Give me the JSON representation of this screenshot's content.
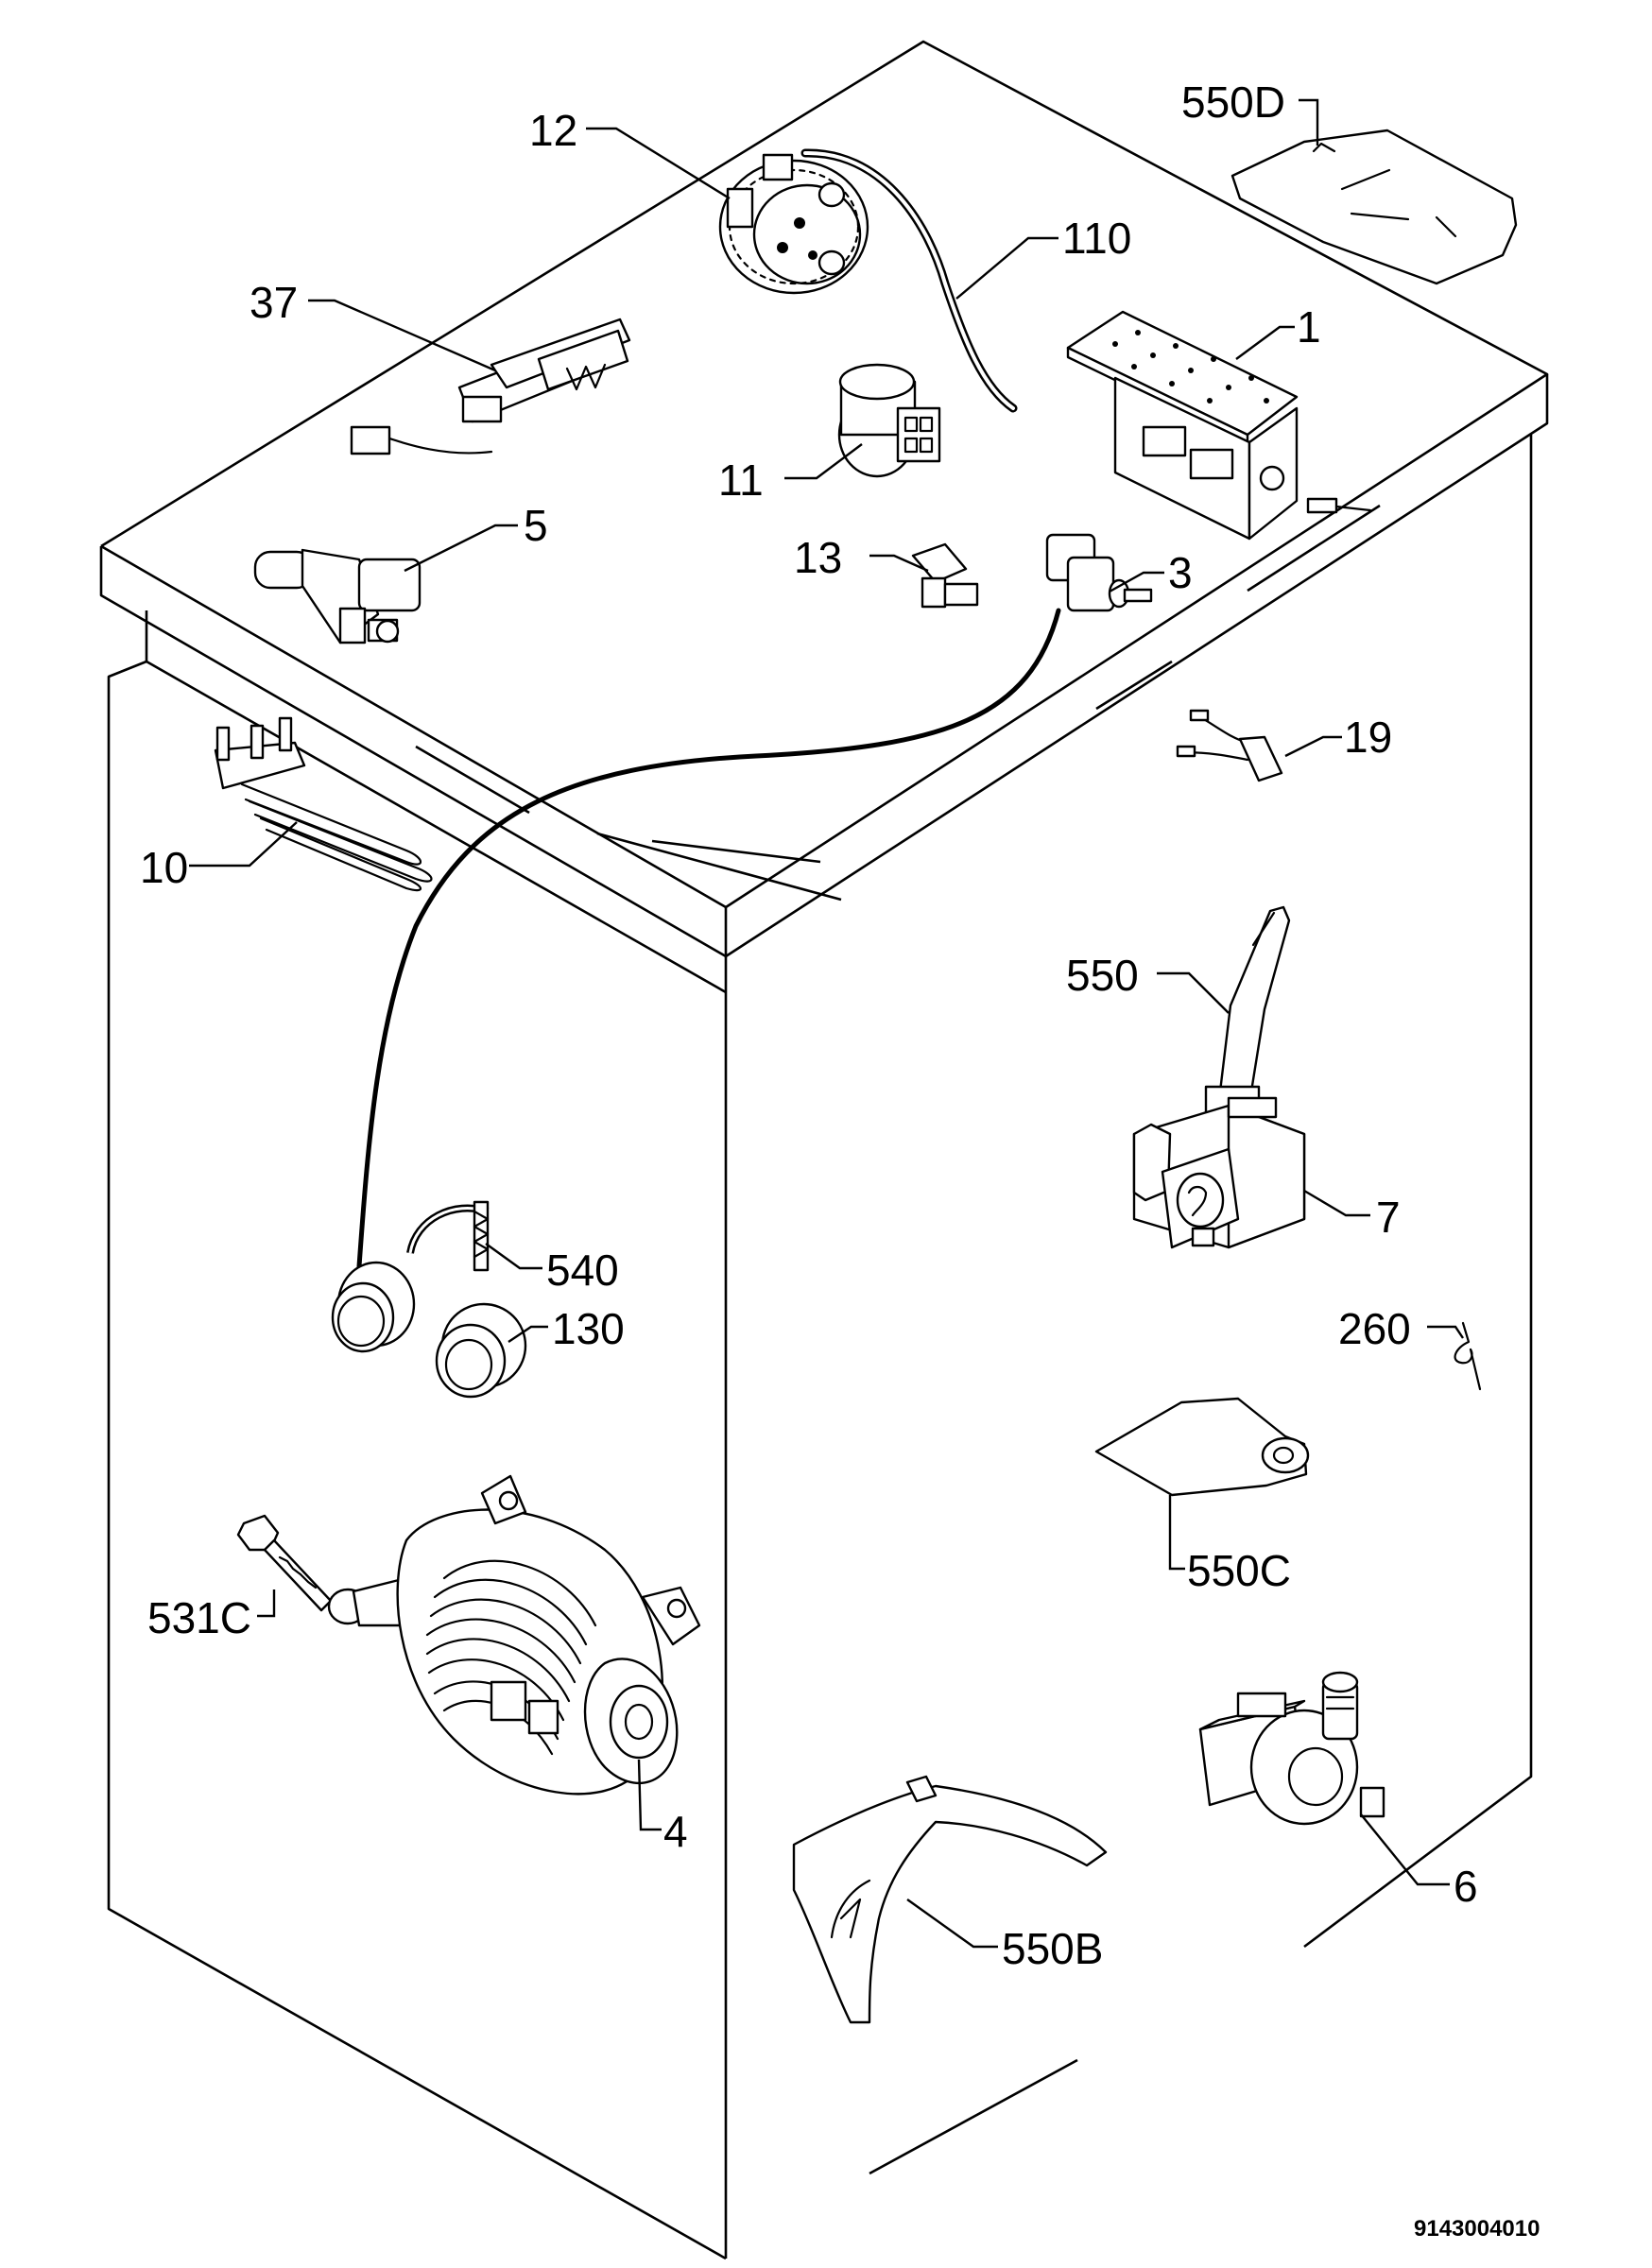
{
  "diagram": {
    "labels": {
      "p1": "1",
      "p3": "3",
      "p4": "4",
      "p5": "5",
      "p6": "6",
      "p7": "7",
      "p10": "10",
      "p11": "11",
      "p12": "12",
      "p13": "13",
      "p19": "19",
      "p37": "37",
      "p110": "110",
      "p130": "130",
      "p260": "260",
      "p531c": "531C",
      "p540": "540",
      "p550": "550",
      "p550b": "550B",
      "p550c": "550C",
      "p550d": "550D"
    },
    "document_number": "9143004010"
  }
}
